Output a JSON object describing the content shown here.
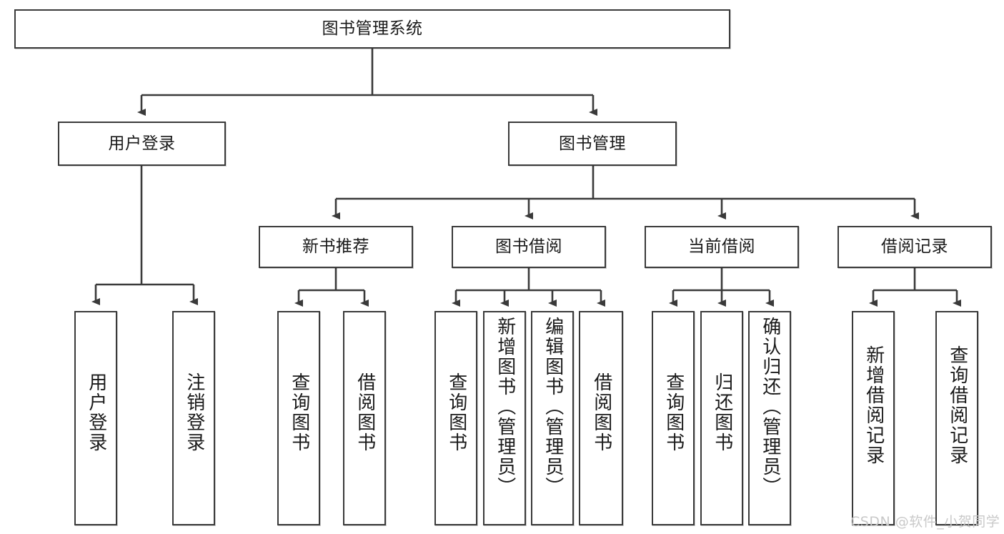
{
  "diagram": {
    "type": "hierarchy-tree",
    "title": "图书管理系统",
    "colors": {
      "box_border": "#3a3a3a",
      "box_fill": "#ffffff",
      "edge": "#3a3a3a",
      "text": "#1a1a1a",
      "watermark": "#c9c9c9"
    },
    "root": {
      "label": "图书管理系统"
    },
    "level1": [
      {
        "label": "用户登录"
      },
      {
        "label": "图书管理"
      }
    ],
    "level2": [
      {
        "label": "新书推荐"
      },
      {
        "label": "图书借阅"
      },
      {
        "label": "当前借阅"
      },
      {
        "label": "借阅记录"
      }
    ],
    "leaves": {
      "user_login": [
        {
          "label": "用户登录"
        },
        {
          "label": "注销登录"
        }
      ],
      "new_book_recommend": [
        {
          "label": "查询图书"
        },
        {
          "label": "借阅图书"
        }
      ],
      "book_borrow": [
        {
          "label": "查询图书"
        },
        {
          "label": "新增图书（管理员）"
        },
        {
          "label": "编辑图书（管理员）"
        },
        {
          "label": "借阅图书"
        }
      ],
      "current_borrow": [
        {
          "label": "查询图书"
        },
        {
          "label": "归还图书"
        },
        {
          "label": "确认归还（管理员）"
        }
      ],
      "borrow_record": [
        {
          "label": "新增借阅记录"
        },
        {
          "label": "查询借阅记录"
        }
      ]
    }
  },
  "watermark": {
    "text": "CSDN @软件_小贺同学"
  }
}
